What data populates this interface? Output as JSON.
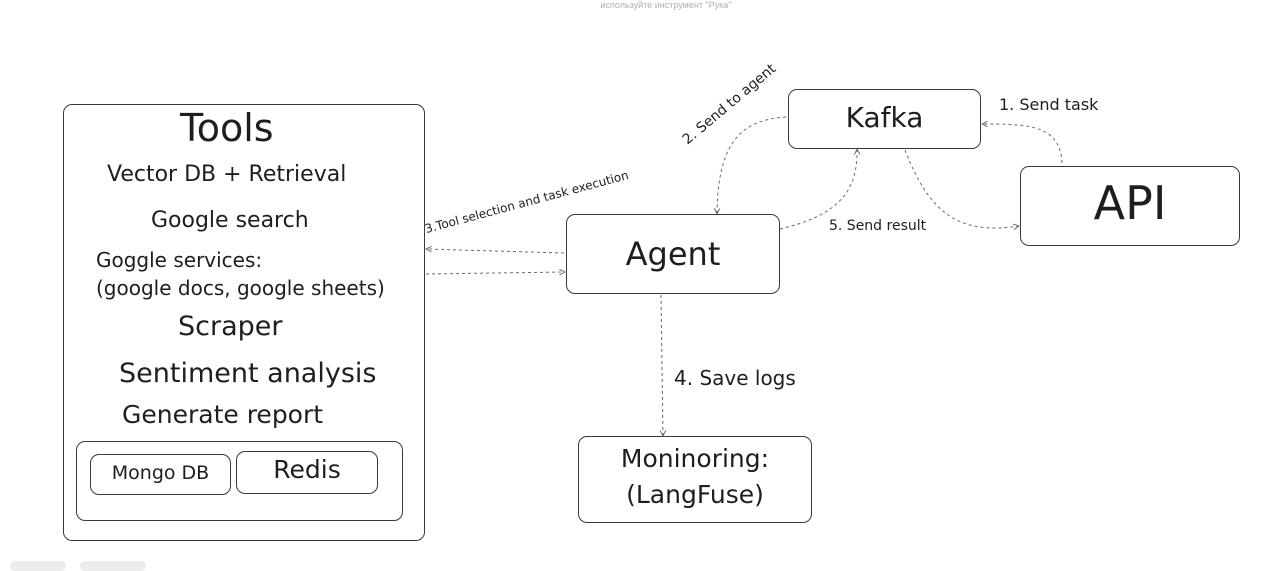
{
  "hint": "используйте инструмент \"Рука\"",
  "tools": {
    "title": "Tools",
    "items": [
      "Vector DB + Retrieval",
      "Google search",
      "Goggle services:",
      "(google docs, google sheets)",
      "Scraper",
      "Sentiment analysis",
      "Generate report"
    ],
    "storage": {
      "mongo": "Mongo DB",
      "redis": "Redis"
    }
  },
  "nodes": {
    "kafka": "Kafka",
    "api": "API",
    "agent": "Agent",
    "monitoring_line1": "Moninoring:",
    "monitoring_line2": "(LangFuse)"
  },
  "edges": {
    "send_task": "1. Send task",
    "send_to_agent": "2. Send to agent",
    "tool_selection": "3.Tool selection and task execution",
    "save_logs": "4. Save logs",
    "send_result": "5. Send result"
  },
  "colors": {
    "stroke": "#3a3a3a",
    "arrow": "#6b6b6b",
    "text": "#1e1e1e"
  }
}
